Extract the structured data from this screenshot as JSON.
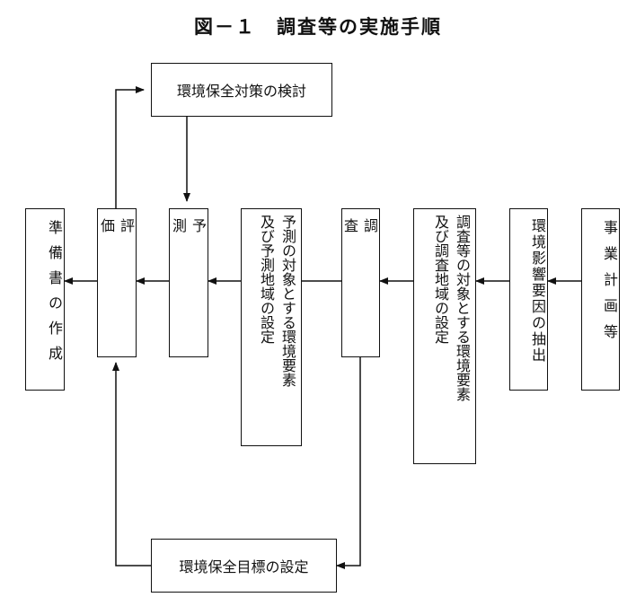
{
  "title": "図－１　調査等の実施手順",
  "boxes": {
    "jigyo": "事業計画等",
    "eikyo": "環境影響要因の抽出",
    "chosa_settei": [
      "調査等の対象とする環境要素",
      "及び調査地域の設定"
    ],
    "chosa": "調査",
    "yosoku_settei": [
      "予測の対象とする環境要素",
      "及び予測地域の設定"
    ],
    "yosoku": "予測",
    "hyoka": "評価",
    "junbisho": "準備書の作成",
    "taisaku": "環境保全対策の検討",
    "mokuhyo": "環境保全目標の設定"
  }
}
